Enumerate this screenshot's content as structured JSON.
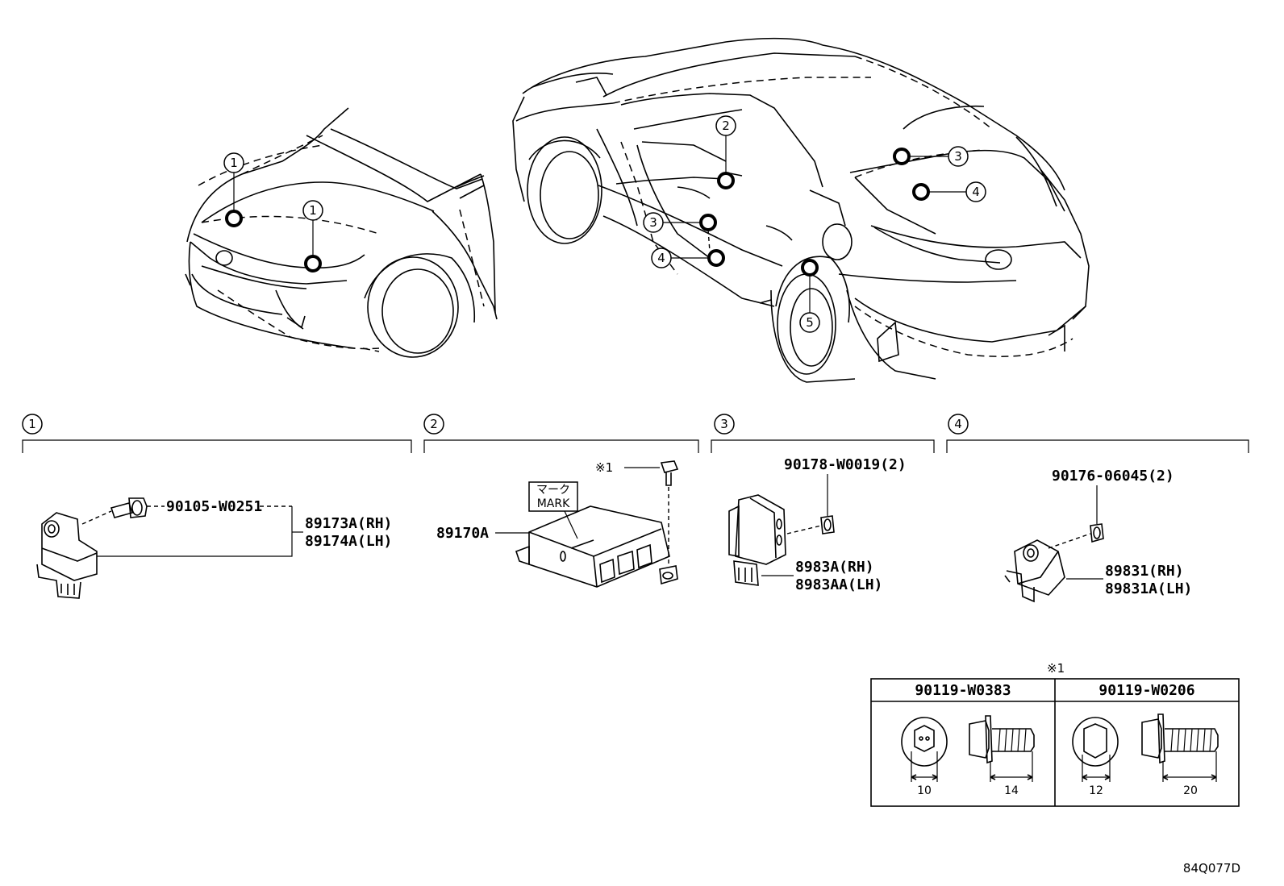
{
  "diagram_ref": "84Q077D",
  "sections": [
    {
      "num": "1",
      "parts": [
        "90105-W0251",
        "89173A(RH)",
        "89174A(LH)"
      ]
    },
    {
      "num": "2",
      "parts": [
        "89170A"
      ],
      "mark_jp": "マーク",
      "mark_en": "MARK",
      "note": "※1"
    },
    {
      "num": "3",
      "parts": [
        "90178-W0019(2)",
        "8983A(RH)",
        "8983AA(LH)"
      ]
    },
    {
      "num": "4",
      "parts": [
        "90176-06045(2)",
        "89831(RH)",
        "89831A(LH)"
      ]
    }
  ],
  "callouts": {
    "front": [
      "1",
      "1"
    ],
    "rear": [
      "2",
      "3",
      "4",
      "3",
      "4",
      "5"
    ]
  },
  "bolt_table": {
    "note": "※1",
    "columns": [
      {
        "part": "90119-W0383",
        "head_dim": "10",
        "length_dim": "14"
      },
      {
        "part": "90119-W0206",
        "head_dim": "12",
        "length_dim": "20"
      }
    ]
  }
}
